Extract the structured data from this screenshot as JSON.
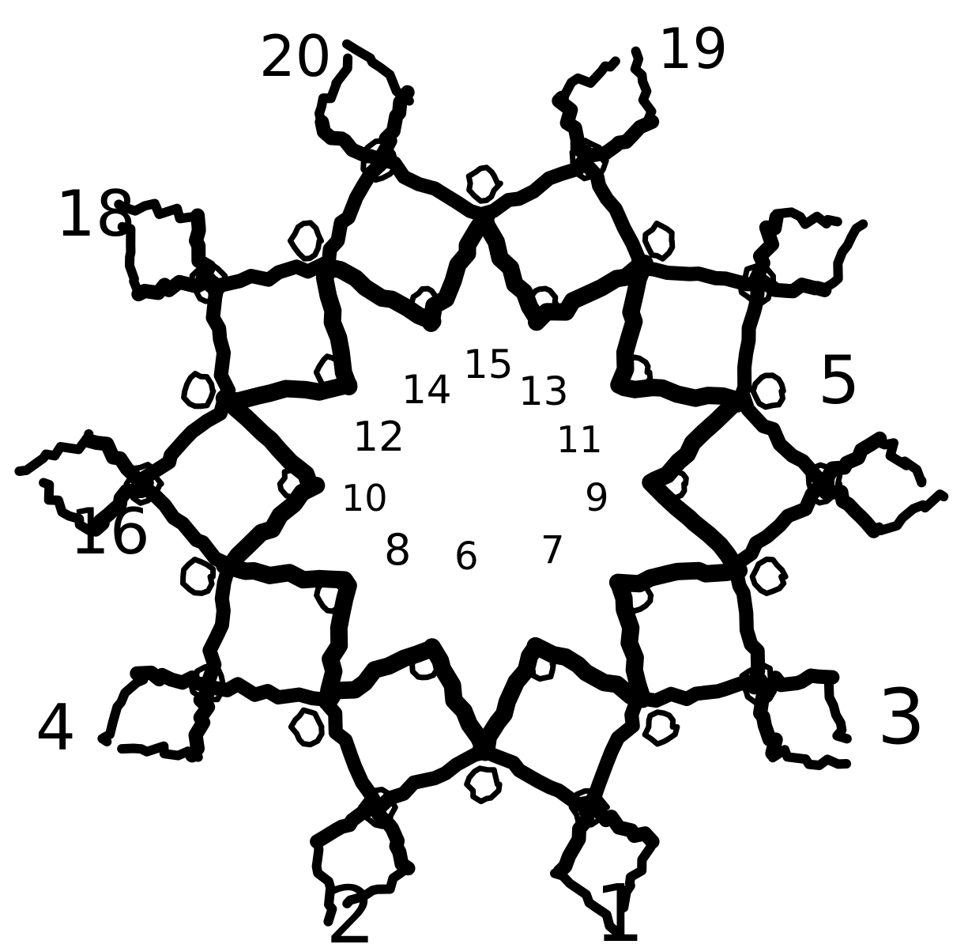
{
  "outer_labels": [
    {
      "id": "1",
      "text": "1"
    },
    {
      "id": "2",
      "text": "2"
    },
    {
      "id": "3",
      "text": "3"
    },
    {
      "id": "4",
      "text": "4"
    },
    {
      "id": "5",
      "text": "5"
    },
    {
      "id": "16",
      "text": "16"
    },
    {
      "id": "18",
      "text": "18"
    },
    {
      "id": "19",
      "text": "19"
    },
    {
      "id": "20",
      "text": "20"
    }
  ],
  "inner_labels": [
    {
      "id": "6",
      "text": "6"
    },
    {
      "id": "7",
      "text": "7"
    },
    {
      "id": "8",
      "text": "8"
    },
    {
      "id": "9",
      "text": "9"
    },
    {
      "id": "10",
      "text": "10"
    },
    {
      "id": "11",
      "text": "11"
    },
    {
      "id": "12",
      "text": "12"
    },
    {
      "id": "13",
      "text": "13"
    },
    {
      "id": "14",
      "text": "14"
    },
    {
      "id": "15",
      "text": "15"
    }
  ],
  "colors": {
    "ink": "#000000",
    "paper": "#ffffff"
  }
}
